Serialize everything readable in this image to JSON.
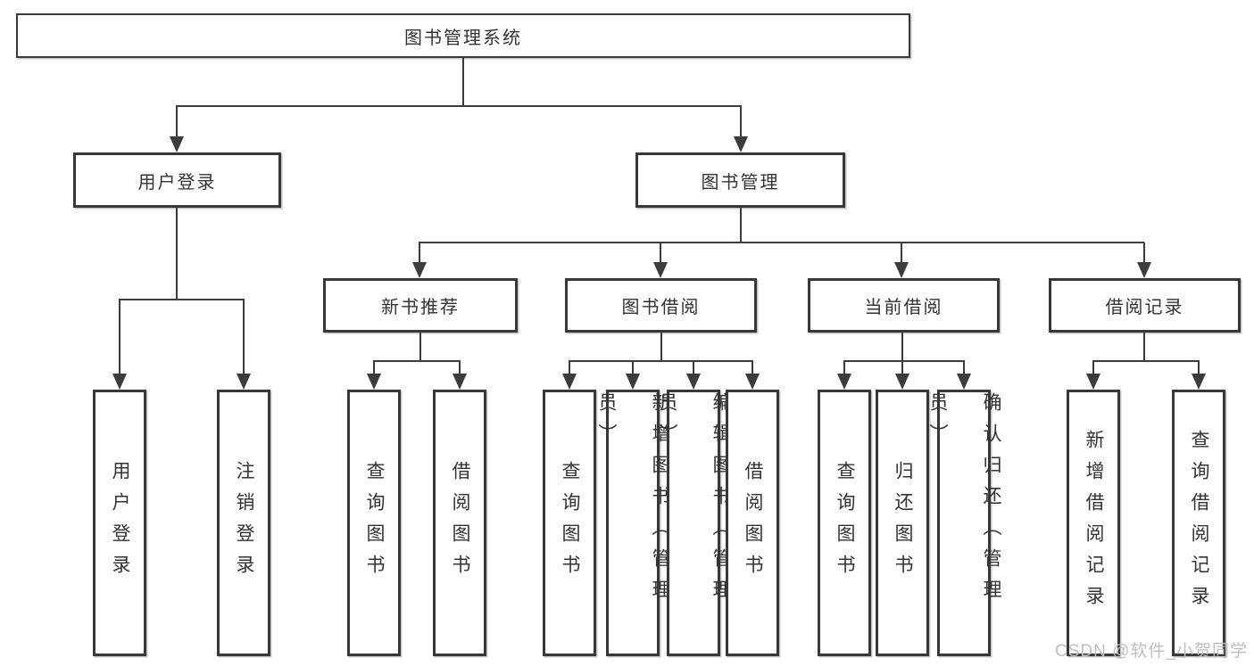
{
  "diagram": {
    "root": {
      "label": "图书管理系统"
    },
    "level2": {
      "user_login": {
        "label": "用户登录"
      },
      "book_mgmt": {
        "label": "图书管理"
      }
    },
    "level3": {
      "new_book_rec": {
        "label": "新书推荐"
      },
      "book_borrow": {
        "label": "图书借阅"
      },
      "current_borrow": {
        "label": "当前借阅"
      },
      "borrow_records": {
        "label": "借阅记录"
      }
    },
    "leaves": {
      "user_login_leaf": {
        "label": "用户登录"
      },
      "logout_leaf": {
        "label": "注销登录"
      },
      "rec_query_books": {
        "label": "查询图书"
      },
      "rec_borrow_books": {
        "label": "借阅图书"
      },
      "bb_query_books": {
        "label": "查询图书"
      },
      "bb_add_books": {
        "label": "新增图书（管理员）"
      },
      "bb_edit_books": {
        "label": "编辑图书（管理员）"
      },
      "bb_borrow_books": {
        "label": "借阅图书"
      },
      "cb_query_books": {
        "label": "查询图书"
      },
      "cb_return_books": {
        "label": "归还图书"
      },
      "cb_confirm_return": {
        "label": "确认归还（管理员）"
      },
      "br_add_record": {
        "label": "新增借阅记录"
      },
      "br_query_record": {
        "label": "查询借阅记录"
      }
    }
  },
  "watermark": {
    "text": "CSDN @软件_小贺同学"
  },
  "colors": {
    "line": "#3c3c3c",
    "box_border": "#383838",
    "text": "#333333",
    "watermark": "#bfbfbf",
    "background": "#ffffff"
  }
}
